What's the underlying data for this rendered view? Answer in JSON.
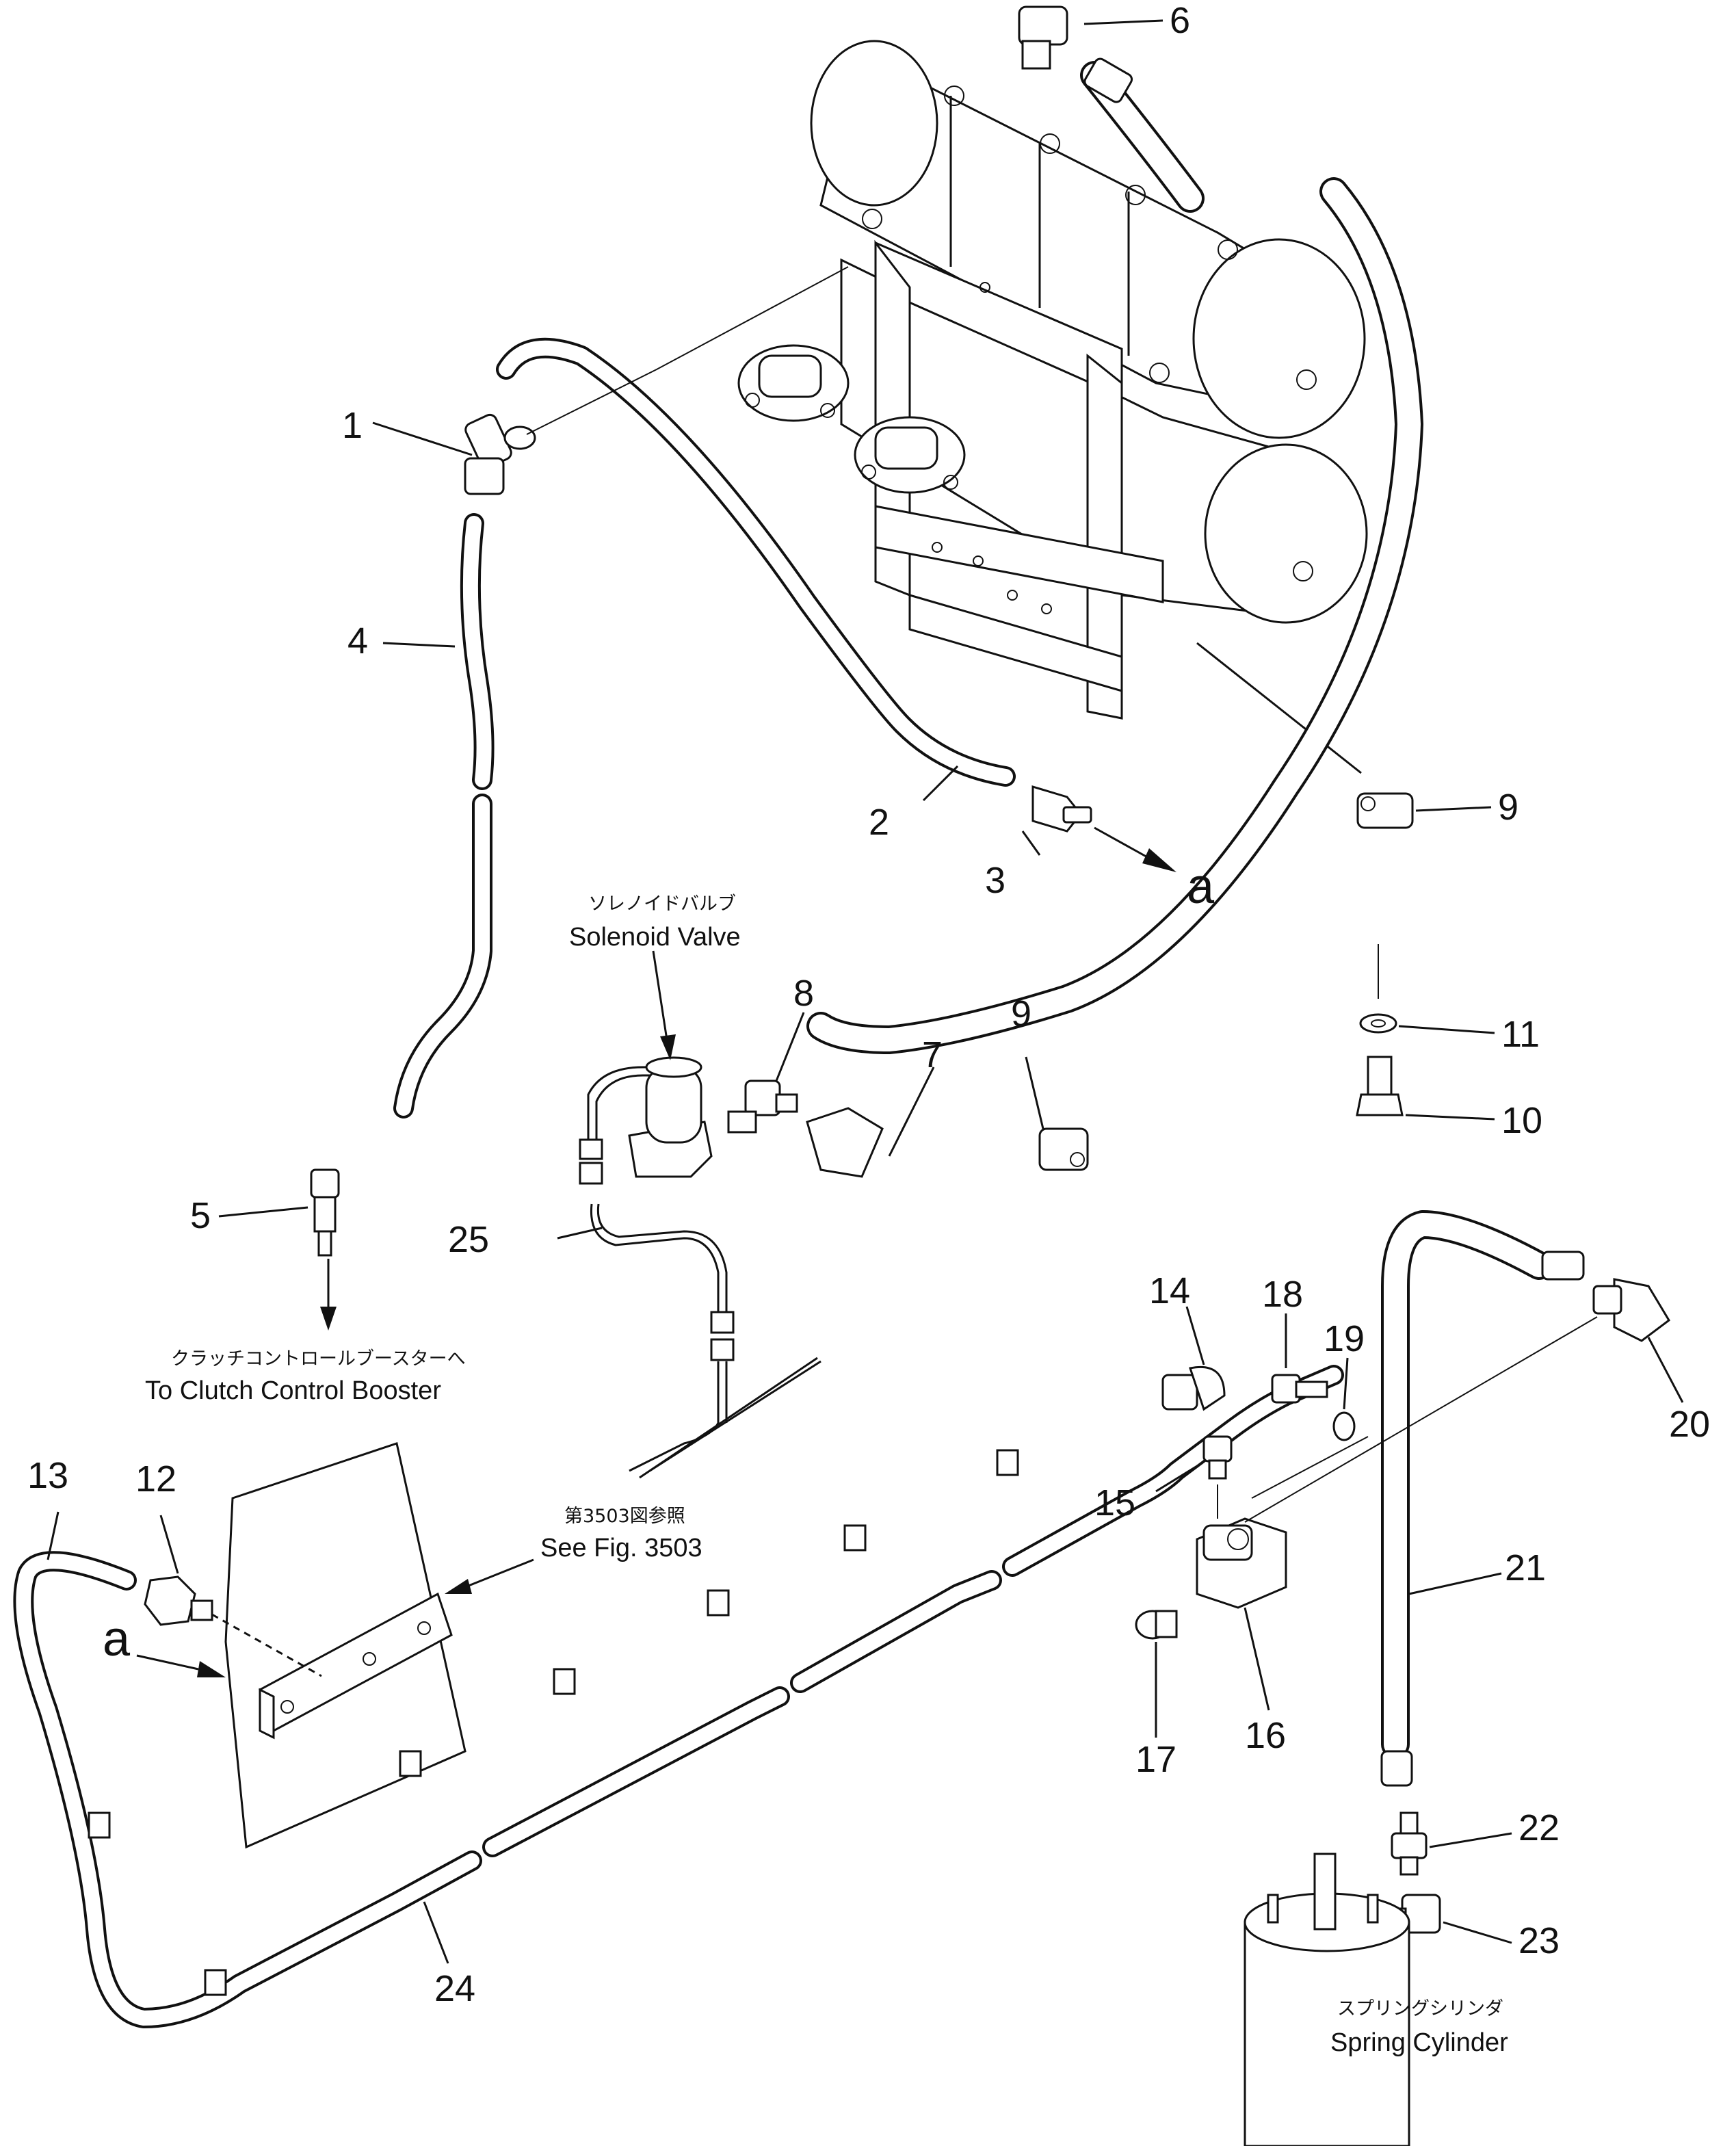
{
  "parts": [
    {
      "no": "1"
    },
    {
      "no": "2"
    },
    {
      "no": "3"
    },
    {
      "no": "4"
    },
    {
      "no": "5"
    },
    {
      "no": "6"
    },
    {
      "no": "7"
    },
    {
      "no": "8"
    },
    {
      "no": "9"
    },
    {
      "no": "9"
    },
    {
      "no": "10"
    },
    {
      "no": "11"
    },
    {
      "no": "12"
    },
    {
      "no": "13"
    },
    {
      "no": "14"
    },
    {
      "no": "15"
    },
    {
      "no": "16"
    },
    {
      "no": "17"
    },
    {
      "no": "18"
    },
    {
      "no": "19"
    },
    {
      "no": "20"
    },
    {
      "no": "21"
    },
    {
      "no": "22"
    },
    {
      "no": "23"
    },
    {
      "no": "24"
    },
    {
      "no": "25"
    }
  ],
  "labels": {
    "solenoid_valve_ja": "ソレノイドバルブ",
    "solenoid_valve_en": "Solenoid Valve",
    "clutch_booster_ja": "クラッチコントロールブースターへ",
    "clutch_booster_en": "To Clutch Control Booster",
    "see_fig_ja": "第3503図参照",
    "see_fig_en": "See Fig. 3503",
    "spring_cylinder_ja": "スプリングシリンダ",
    "spring_cylinder_en": "Spring Cylinder",
    "connection_top": "a",
    "connection_bottom": "a"
  }
}
